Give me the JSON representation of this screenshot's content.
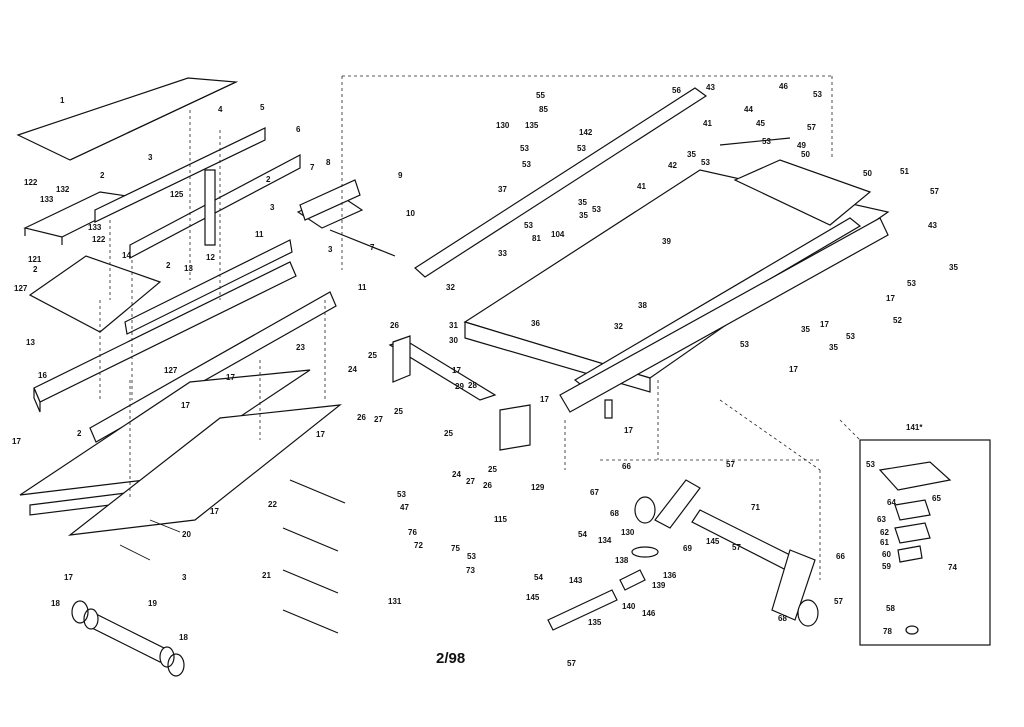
{
  "date_code": "2/98",
  "inset_label": "141*",
  "labels": [
    "1",
    "2",
    "3",
    "4",
    "5",
    "6",
    "7",
    "8",
    "9",
    "10",
    "11",
    "12",
    "13",
    "14",
    "16",
    "17",
    "18",
    "19",
    "20",
    "21",
    "22",
    "23",
    "24",
    "25",
    "26",
    "27",
    "28",
    "29",
    "30",
    "31",
    "32",
    "33",
    "35",
    "36",
    "37",
    "38",
    "39",
    "41",
    "42",
    "43",
    "44",
    "45",
    "46",
    "47",
    "49",
    "50",
    "51",
    "52",
    "53",
    "54",
    "55",
    "56",
    "57",
    "58",
    "59",
    "60",
    "61",
    "62",
    "63",
    "64",
    "65",
    "66",
    "67",
    "68",
    "69",
    "71",
    "72",
    "73",
    "74",
    "75",
    "76",
    "78",
    "81",
    "85",
    "104",
    "115",
    "121",
    "122",
    "125",
    "127",
    "129",
    "130",
    "131",
    "132",
    "133",
    "134",
    "135",
    "136",
    "138",
    "139",
    "140",
    "142",
    "143",
    "145",
    "146"
  ]
}
